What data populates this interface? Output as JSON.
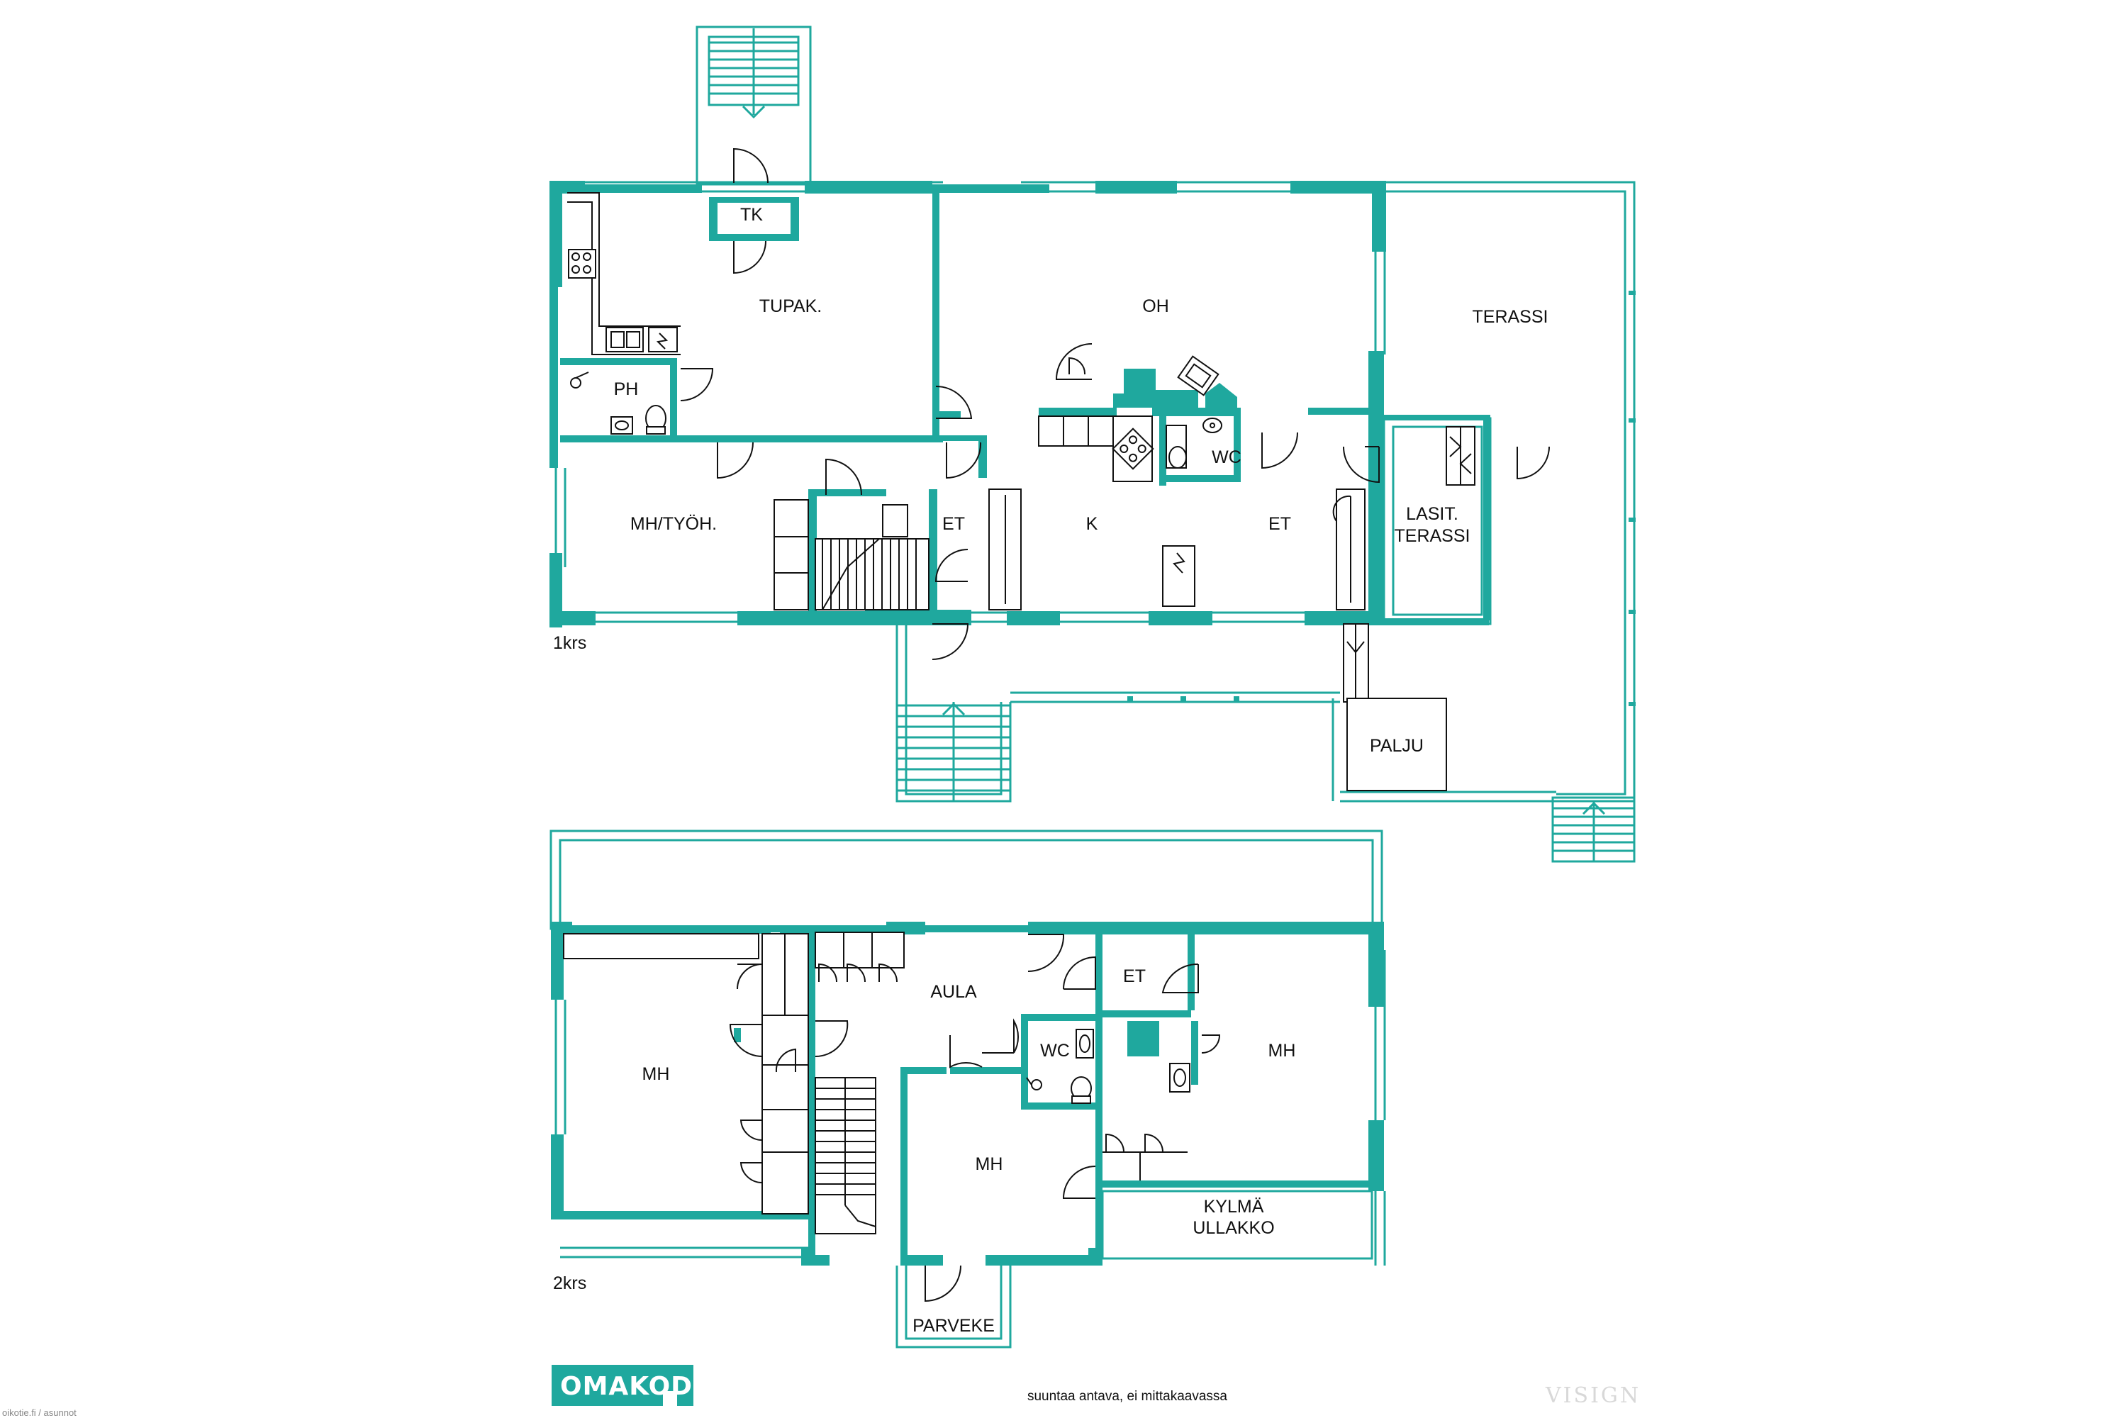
{
  "floors": {
    "first": {
      "label": "1krs",
      "rooms": {
        "tk": "TK",
        "tupak": "TUPAK.",
        "oh": "OH",
        "terassi": "TERASSI",
        "ph": "PH",
        "wc": "WC",
        "mh_tyoh": "MH/TYÖH.",
        "et_hall": "ET",
        "k": "K",
        "et_entry": "ET",
        "lasit_line1": "LASIT.",
        "lasit_line2": "TERASSI",
        "palju": "PALJU"
      }
    },
    "second": {
      "label": "2krs",
      "rooms": {
        "mh_left": "MH",
        "aula": "AULA",
        "wc": "WC",
        "et": "ET",
        "mh_right": "MH",
        "mh_center": "MH",
        "kylma_line1": "KYLMÄ",
        "kylma_line2": "ULLAKKO",
        "parveke": "PARVEKE"
      }
    }
  },
  "footer": {
    "logo": "OMAKODIT",
    "note": "suuntaa antava, ei mittakaavassa",
    "credit": "oikotie.fi / asunnot",
    "watermark": "VISIGN"
  },
  "colors": {
    "wall": "#1fa89e",
    "text": "#111111"
  }
}
